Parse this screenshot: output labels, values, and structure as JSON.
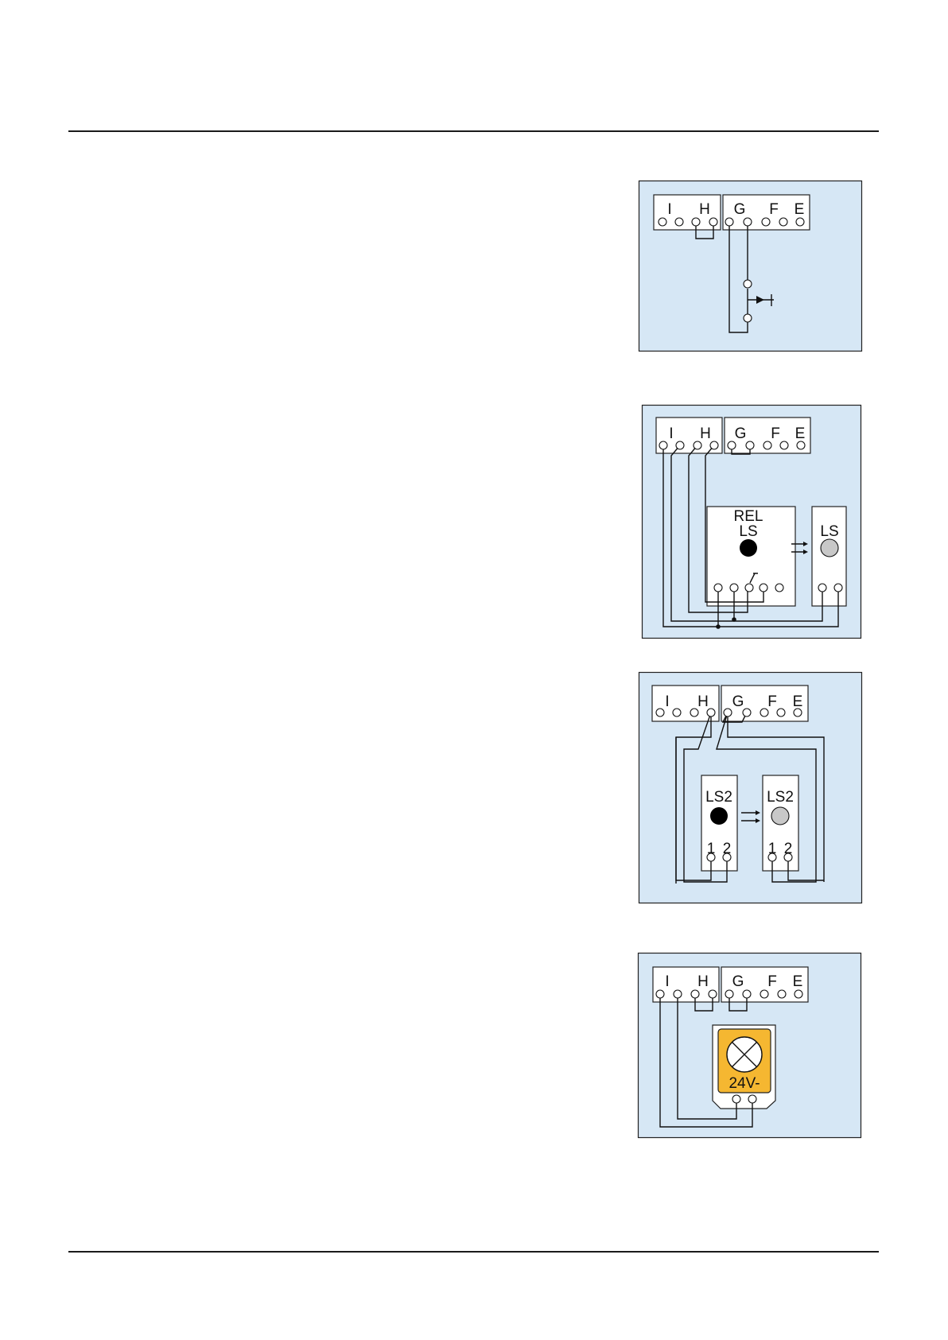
{
  "terminal_block": {
    "left_labels": [
      "I",
      "H"
    ],
    "right_labels": [
      "G",
      "F",
      "E"
    ]
  },
  "diagram2": {
    "relay_labels": [
      "REL",
      "LS"
    ],
    "sensor_label": "LS"
  },
  "diagram3": {
    "module_label": "LS2",
    "terminal_1": "1",
    "terminal_2": "2"
  },
  "diagram4": {
    "lamp_label": "24V-"
  },
  "colors": {
    "panel": "#d6e7f5",
    "lamp": "#f5b731",
    "sensor_grey": "#c8c8c8"
  }
}
